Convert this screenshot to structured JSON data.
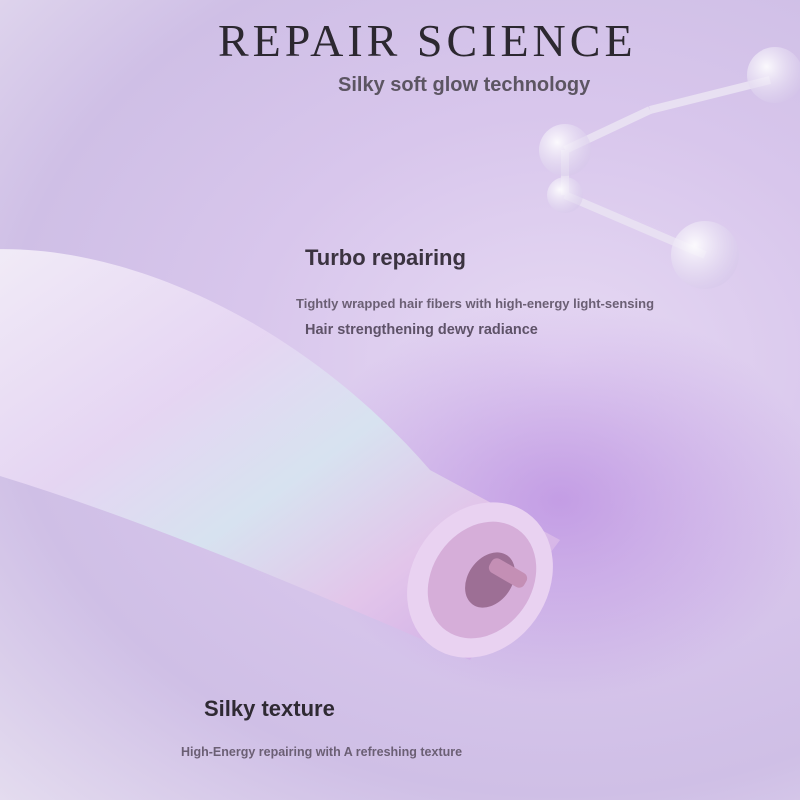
{
  "header": {
    "title": "REPAIR SCIENCE",
    "subtitle": "Silky soft glow technology"
  },
  "features": [
    {
      "heading": "Turbo repairing",
      "lines": [
        "Tightly wrapped hair fibers with high-energy light-sensing",
        "Hair strengthening dewy radiance"
      ]
    },
    {
      "heading": "Silky texture",
      "lines": [
        "High-Energy repairing with A refreshing texture"
      ]
    }
  ],
  "colors": {
    "background": "#d8c6ec",
    "heading": "#2c2830",
    "accent": "#c9a6e6"
  }
}
